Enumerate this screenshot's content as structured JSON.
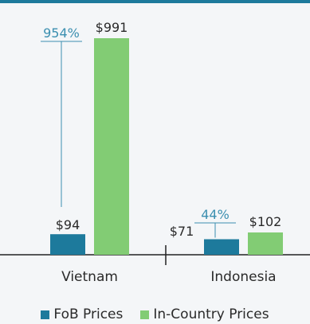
{
  "colors": {
    "fob": "#1d7a9c",
    "incountry": "#82cc74",
    "pct_label": "#3b8fb0",
    "text": "#2a2a2a",
    "axis": "#222222",
    "band": "#1d7a9c"
  },
  "chart_data": {
    "type": "bar",
    "categories": [
      "Vietnam",
      "Indonesia"
    ],
    "series": [
      {
        "name": "FoB Prices",
        "values": [
          94,
          71
        ],
        "labels": [
          "$94",
          "$71"
        ]
      },
      {
        "name": "In-Country Prices",
        "values": [
          991,
          102
        ],
        "labels": [
          "$991",
          "$102"
        ]
      }
    ],
    "markups": [
      {
        "category": "Vietnam",
        "label": "954%"
      },
      {
        "category": "Indonesia",
        "label": "44%"
      }
    ],
    "ylim": [
      0,
      1000
    ],
    "grid": false,
    "legend_position": "bottom"
  }
}
